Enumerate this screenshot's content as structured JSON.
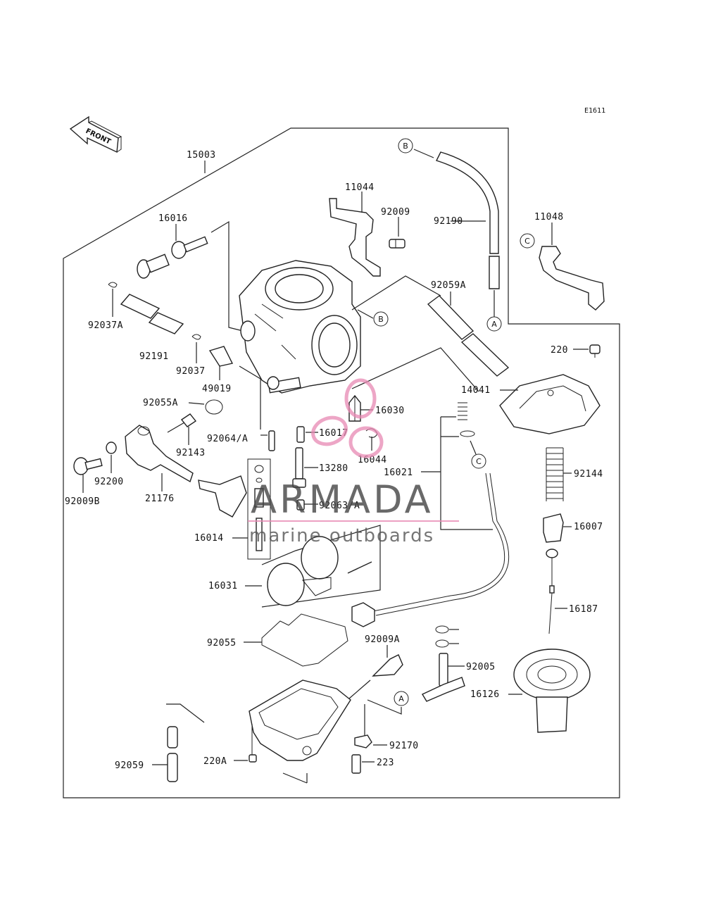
{
  "ref_code": "E1611",
  "front_label": "FRONT",
  "brand": {
    "name": "ARMADA",
    "tagline": "marine outboards",
    "accent": "#e889b3"
  },
  "circle_refs": {
    "a": "A",
    "b": "B",
    "c": "C"
  },
  "parts": {
    "p15003": "15003",
    "p16016": "16016",
    "p11044": "11044",
    "p92009": "92009",
    "p92190": "92190",
    "p11048": "11048",
    "p92037a": "92037A",
    "p92059a": "92059A",
    "p220": "220",
    "p92191": "92191",
    "p92037": "92037",
    "p49019": "49019",
    "p14041": "14041",
    "p92055a": "92055A",
    "p16030": "16030",
    "p92064a": "92064/A",
    "p16017": "16017",
    "p92143": "92143",
    "p16044": "16044",
    "p92144": "92144",
    "p13280": "13280",
    "p16021": "16021",
    "p92200": "92200",
    "p92009b": "92009B",
    "p21176": "21176",
    "p92063a": "92063/A",
    "p16007": "16007",
    "p16014": "16014",
    "p16187": "16187",
    "p16031": "16031",
    "p92055": "92055",
    "p92009a": "92009A",
    "p92005": "92005",
    "p16126": "16126",
    "p92170": "92170",
    "p220a": "220A",
    "p223": "223",
    "p92059": "92059"
  }
}
